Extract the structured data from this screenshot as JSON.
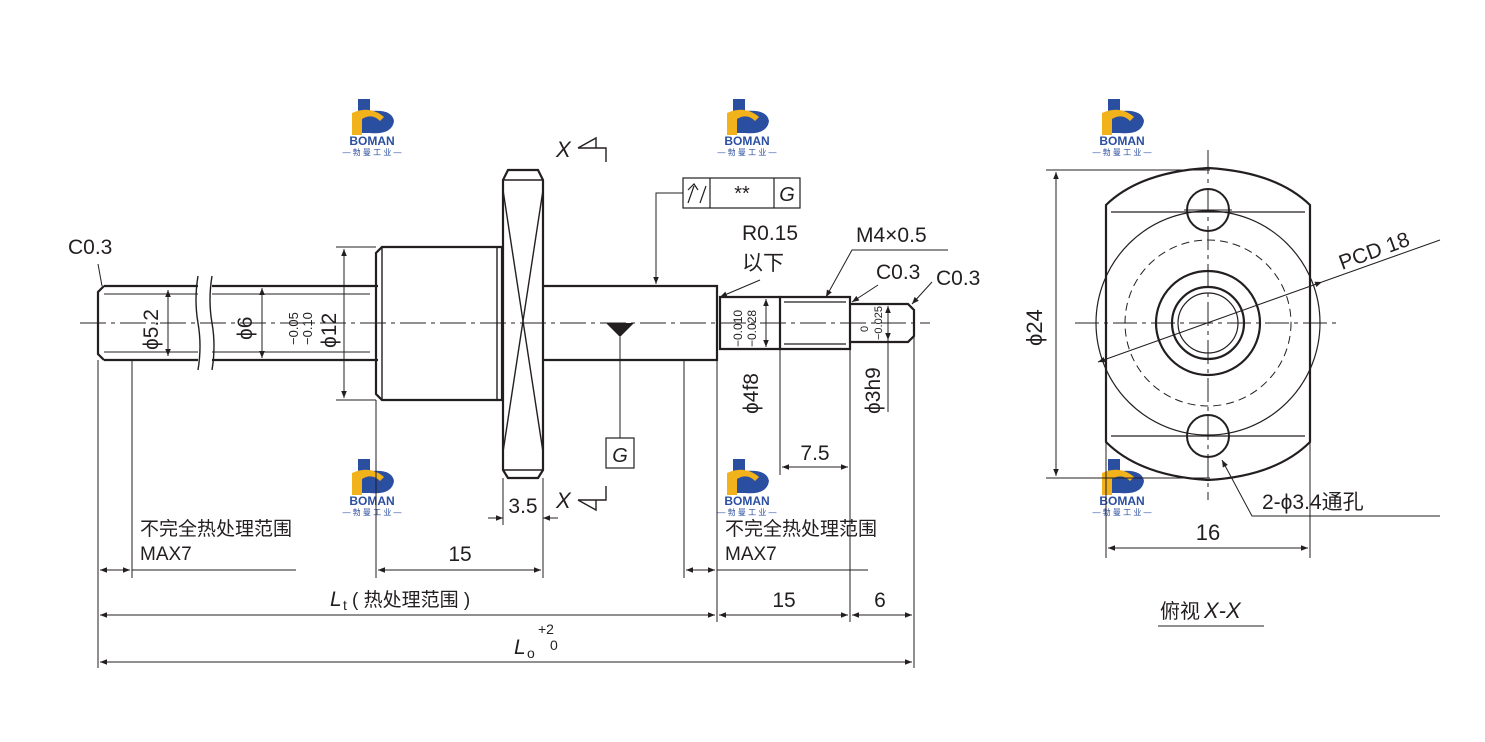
{
  "colors": {
    "line": "#231f20",
    "logo_blue": "#2a4ea0",
    "logo_yellow": "#f2b21b",
    "background": "#ffffff"
  },
  "logo": {
    "brand": "BOMAN",
    "subtitle": "— 勃 曼 工 业 —"
  },
  "shaft": {
    "left_chamfer": "C0.3",
    "dia_left_end": "ϕ5.2",
    "dia_left_shaft": "ϕ6",
    "nut_tol_upper": "−0.05",
    "nut_tol_lower": "−0.10",
    "nut_dia": "ϕ12",
    "flange_width": "3.5",
    "nut_length": "15",
    "section_mark": "X",
    "datum": "G",
    "gdt_value": "**",
    "gdt_datum": "G",
    "radius_note_1": "R0.15",
    "radius_note_2": "以下",
    "thread": "M4×0.5",
    "chamfer_mid": "C0.3",
    "chamfer_right": "C0.3",
    "d4_tol_upper": "−0.010",
    "d4_tol_lower": "−0.028",
    "d4_fit": "ϕ4f8",
    "d3_tol_upper": "0",
    "d3_tol_lower": "−0.025",
    "d3_fit": "ϕ3h9",
    "thread_length": "7.5",
    "heat_note_left_1": "不完全热处理范围",
    "heat_note_left_2": "MAX7",
    "heat_note_right_1": "不完全热处理范围",
    "heat_note_right_2": "MAX7",
    "lt_symbol": "L",
    "lt_sub": "t",
    "lt_note": "( 热处理范围 )",
    "dim_15": "15",
    "dim_6": "6",
    "lo_symbol": "L",
    "lo_sub": "o",
    "lo_tol_upper": "+2",
    "lo_tol_lower": "0"
  },
  "view": {
    "pcd": "PCD 18",
    "outer_dia": "ϕ24",
    "holes": "2-ϕ3.4通孔",
    "width": "16",
    "caption_cn": "俯视",
    "caption_x": "X-X"
  }
}
